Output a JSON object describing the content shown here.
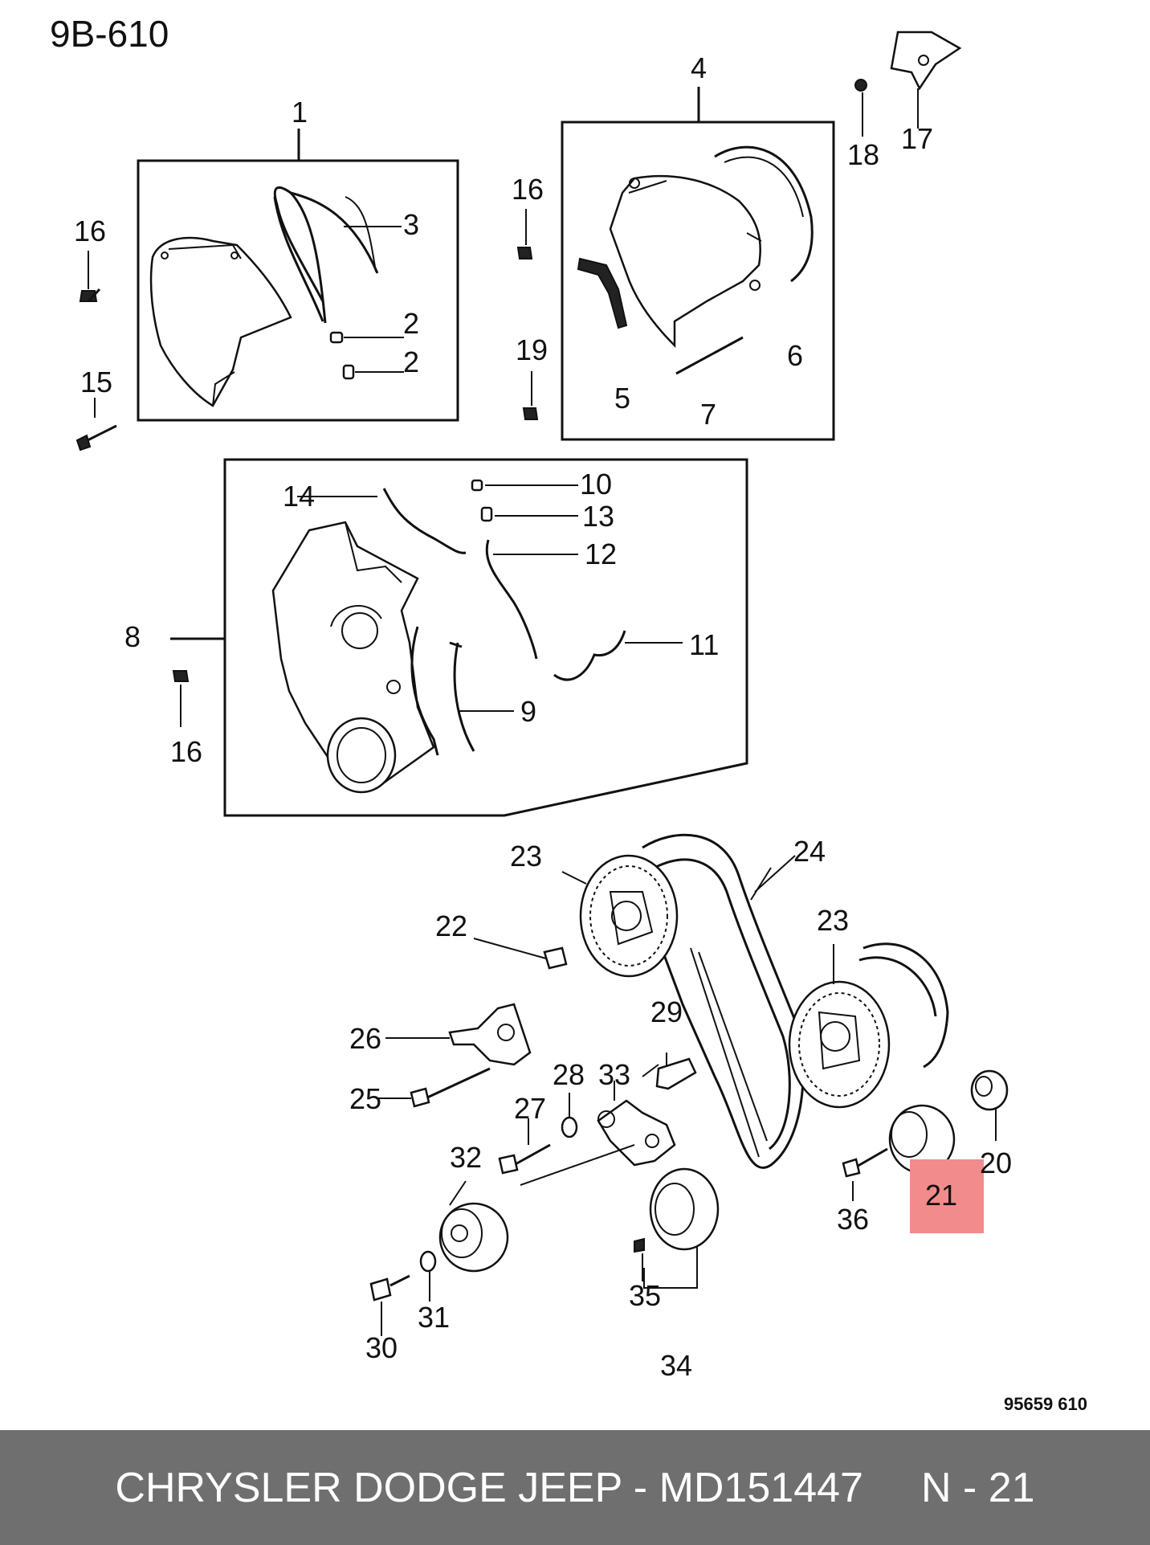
{
  "diagram": {
    "page_code": "9B-610",
    "drawing_number": "95659 610",
    "highlight_color": "#f28b8b",
    "highlighted_callout": "21",
    "callouts": [
      "1",
      "2",
      "2",
      "3",
      "4",
      "5",
      "6",
      "7",
      "8",
      "9",
      "10",
      "11",
      "12",
      "13",
      "14",
      "15",
      "16",
      "16",
      "16",
      "17",
      "18",
      "19",
      "20",
      "21",
      "22",
      "23",
      "23",
      "24",
      "25",
      "26",
      "27",
      "28",
      "29",
      "30",
      "31",
      "32",
      "33",
      "34",
      "35",
      "36"
    ]
  },
  "footer": {
    "title": "CHRYSLER DODGE JEEP - MD151447",
    "part_ref": "N - 21",
    "background": "#6f6f6f"
  }
}
